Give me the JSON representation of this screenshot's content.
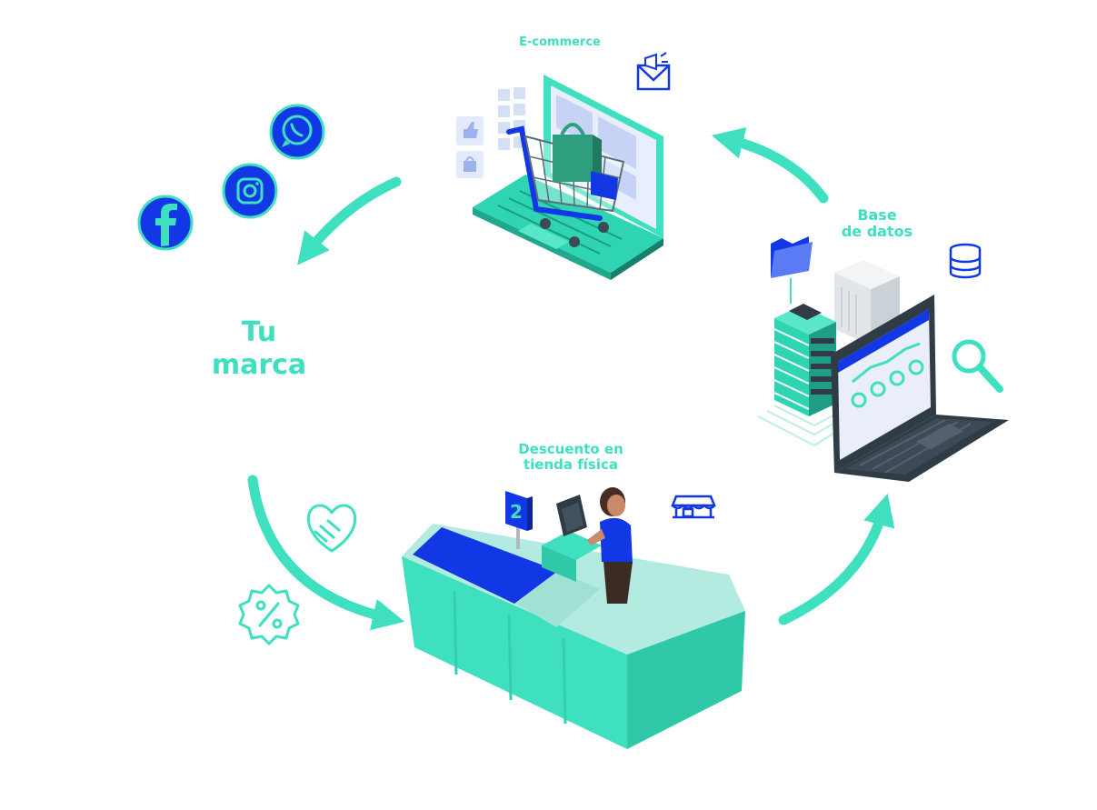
{
  "labels": {
    "ecommerce": "E-commerce",
    "database_line1": "Base",
    "database_line2": "de datos",
    "store_line1": "Descuento en",
    "store_line2": "tienda física",
    "brand_line1": "Tu",
    "brand_line2": "marca"
  },
  "icons": [
    "whatsapp-icon",
    "instagram-icon",
    "facebook-icon",
    "email-megaphone-icon",
    "folder-icon",
    "database-icon",
    "magnifier-icon",
    "storefront-icon",
    "handshake-heart-icon",
    "percent-badge-icon",
    "thumbs-up-icon",
    "shopping-bag-icon"
  ],
  "colors": {
    "accent": "#3fe0c0",
    "brand_blue": "#1238e6",
    "dark": "#2f3b45",
    "light_teal": "#a9e7da"
  }
}
